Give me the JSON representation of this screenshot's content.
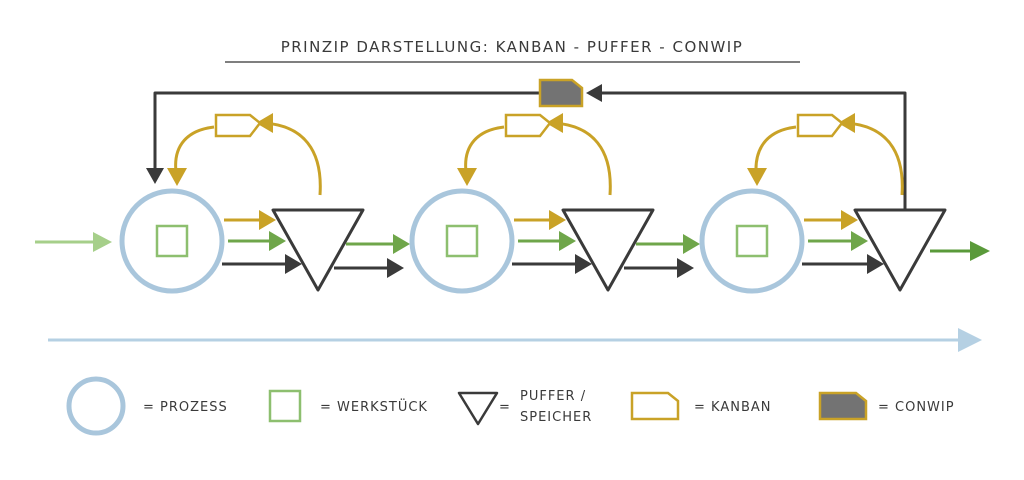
{
  "title": "PRINZIP DARSTELLUNG: KANBAN - PUFFER - CONWIP",
  "colors": {
    "process": "#a9c6dc",
    "workpiece": "#8dbf6f",
    "workpiece_arrow": "#6fa64a",
    "kanban": "#c9a227",
    "conwip_fill": "#737373",
    "conwip_border": "#c9a227",
    "dark": "#3a3a3a",
    "flow": "#b5d0e3"
  },
  "legend": {
    "process": "= PROZESS",
    "workpiece": "= WERKSTÜCK",
    "buffer_line1": "PUFFER /",
    "buffer_line2": "SPEICHER",
    "buffer_eq": "=",
    "kanban": "= KANBAN",
    "conwip": "= CONWIP"
  }
}
